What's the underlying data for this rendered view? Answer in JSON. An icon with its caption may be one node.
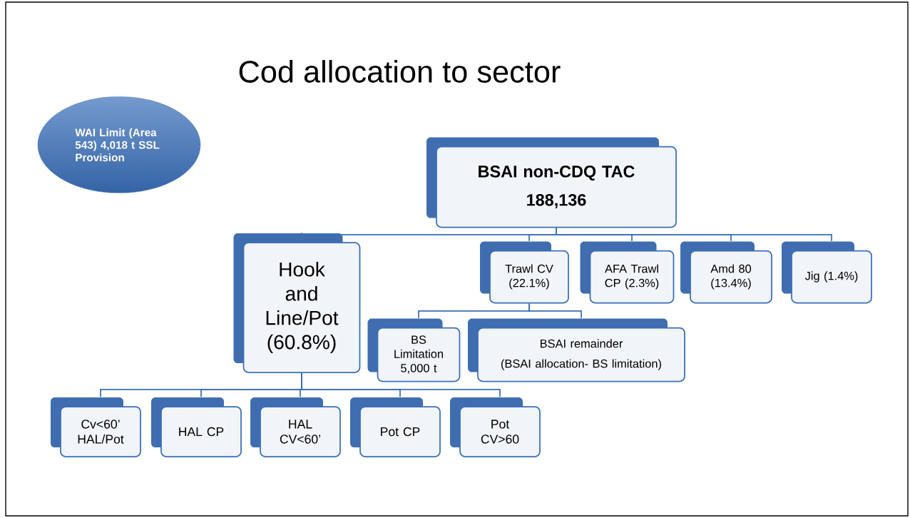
{
  "diagram": {
    "title": "Cod allocation to sector",
    "nodes": [
      {
        "text": [
          "WAI Limit (Area 543) 4,018 t SSL Provision"
        ]
      },
      {
        "text": [
          "BSAI non-CDQ TAC",
          "188,136"
        ]
      },
      {
        "text": [
          "Hook and Line/Pot (60.8%)"
        ]
      },
      {
        "text": [
          "Trawl CV (22.1%)"
        ]
      },
      {
        "text": [
          "AFA Trawl CP (2.3%)"
        ]
      },
      {
        "text": [
          "Amd 80 (13.4%)"
        ]
      },
      {
        "text": [
          "Jig (1.4%)"
        ]
      },
      {
        "text": [
          "BS Limitation 5,000 t"
        ]
      },
      {
        "text": [
          "BSAI remainder",
          "(BSAI allocation- BS limitation)"
        ]
      },
      {
        "text": [
          "Cv<60’ HAL/Pot"
        ]
      },
      {
        "text": [
          "HAL CP"
        ]
      },
      {
        "text": [
          "HAL CV<60’"
        ]
      },
      {
        "text": [
          "Pot CP"
        ]
      },
      {
        "text": [
          "Pot CV>60"
        ]
      }
    ],
    "edges": [
      {
        "from": 1,
        "to": 2,
        "arrow": "none"
      },
      {
        "from": 1,
        "to": 3,
        "arrow": "none"
      },
      {
        "from": 1,
        "to": 4,
        "arrow": "none"
      },
      {
        "from": 1,
        "to": 5,
        "arrow": "none"
      },
      {
        "from": 1,
        "to": 6,
        "arrow": "none"
      },
      {
        "from": 3,
        "to": 7,
        "arrow": "none"
      },
      {
        "from": 3,
        "to": 8,
        "arrow": "none"
      },
      {
        "from": 2,
        "to": 9,
        "arrow": "none"
      },
      {
        "from": 2,
        "to": 10,
        "arrow": "none"
      },
      {
        "from": 2,
        "to": 11,
        "arrow": "none"
      },
      {
        "from": 2,
        "to": 12,
        "arrow": "none"
      },
      {
        "from": 2,
        "to": 13,
        "arrow": "none"
      }
    ]
  }
}
